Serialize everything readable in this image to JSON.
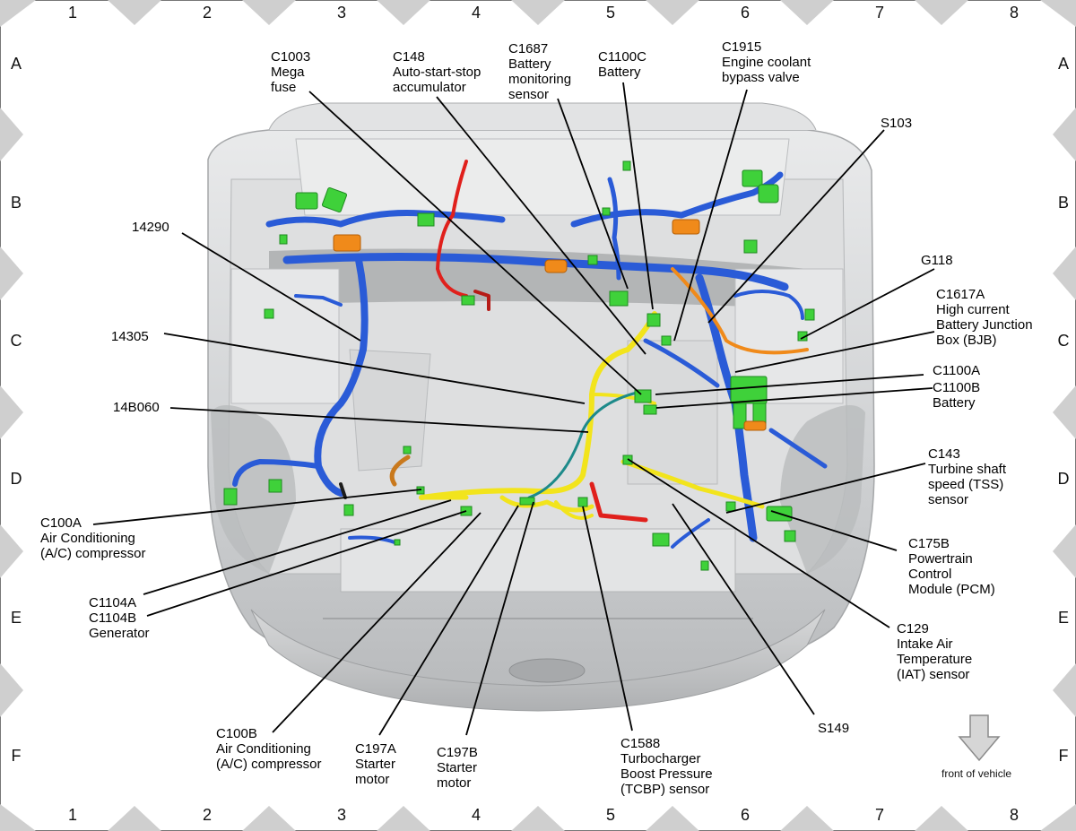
{
  "grid": {
    "columns": [
      "1",
      "2",
      "3",
      "4",
      "5",
      "6",
      "7",
      "8"
    ],
    "rows": [
      "A",
      "B",
      "C",
      "D",
      "E",
      "F"
    ]
  },
  "callouts": [
    {
      "id": "c1003",
      "lines": [
        "C1003",
        "Mega",
        "fuse"
      ]
    },
    {
      "id": "c148",
      "lines": [
        "C148",
        "Auto-start-stop",
        "accumulator"
      ]
    },
    {
      "id": "c1687",
      "lines": [
        "C1687",
        "Battery",
        "monitoring",
        "sensor"
      ]
    },
    {
      "id": "c1100c",
      "lines": [
        "C1100C",
        "Battery"
      ]
    },
    {
      "id": "c1915",
      "lines": [
        "C1915",
        "Engine coolant",
        "bypass valve"
      ]
    },
    {
      "id": "s103",
      "lines": [
        "S103"
      ]
    },
    {
      "id": "14290",
      "lines": [
        "14290"
      ]
    },
    {
      "id": "g118",
      "lines": [
        "G118"
      ]
    },
    {
      "id": "c1617a",
      "lines": [
        "C1617A",
        "High current",
        "Battery Junction",
        "Box (BJB)"
      ]
    },
    {
      "id": "14305",
      "lines": [
        "14305"
      ]
    },
    {
      "id": "c1100a",
      "lines": [
        "C1100A"
      ]
    },
    {
      "id": "c1100b",
      "lines": [
        "C1100B",
        "Battery"
      ]
    },
    {
      "id": "14b060",
      "lines": [
        "14B060"
      ]
    },
    {
      "id": "c143",
      "lines": [
        "C143",
        "Turbine shaft",
        "speed (TSS)",
        "sensor"
      ]
    },
    {
      "id": "c100a",
      "lines": [
        "C100A",
        "Air Conditioning",
        "(A/C) compressor"
      ]
    },
    {
      "id": "c175b",
      "lines": [
        "C175B",
        "Powertrain",
        "Control",
        "Module (PCM)"
      ]
    },
    {
      "id": "c1104",
      "lines": [
        "C1104A",
        "C1104B",
        "Generator"
      ]
    },
    {
      "id": "c129",
      "lines": [
        "C129",
        "Intake Air",
        "Temperature",
        "(IAT) sensor"
      ]
    },
    {
      "id": "s149",
      "lines": [
        "S149"
      ]
    },
    {
      "id": "c100b",
      "lines": [
        "C100B",
        "Air Conditioning",
        "(A/C) compressor"
      ]
    },
    {
      "id": "c197a",
      "lines": [
        "C197A",
        "Starter",
        "motor"
      ]
    },
    {
      "id": "c197b",
      "lines": [
        "C197B",
        "Starter",
        "motor"
      ]
    },
    {
      "id": "c1588",
      "lines": [
        "C1588",
        "Turbocharger",
        "Boost Pressure",
        "(TCBP) sensor"
      ]
    }
  ],
  "front_of_vehicle": "front of vehicle",
  "colors": {
    "harness_blue": "#2a5bd7",
    "harness_yellow": "#f2e41c",
    "harness_red": "#e0201c",
    "harness_orange": "#f08a1a",
    "connector_green": "#3fd13a",
    "body_gray": "#c9cbcd"
  }
}
